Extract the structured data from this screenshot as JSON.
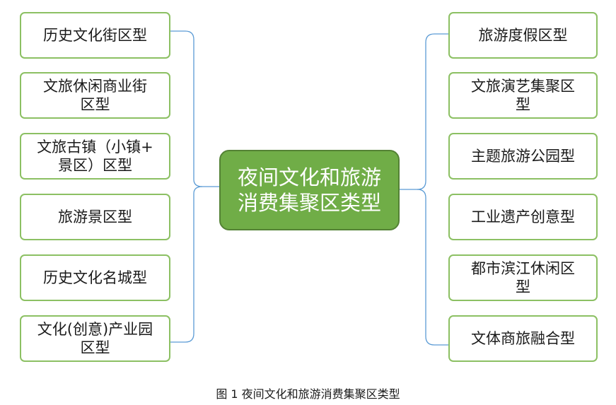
{
  "diagram": {
    "center": "夜间文化和旅游\n消费集聚区类型",
    "left": [
      "历史文化街区型",
      "文旅休闲商业街\n区型",
      "文旅古镇（小镇+\n景区）区型",
      "旅游景区型",
      "历史文化名城型",
      "文化(创意)产业园\n区型"
    ],
    "right": [
      "旅游度假区型",
      "文旅演艺集聚区\n型",
      "主题旅游公园型",
      "工业遗产创意型",
      "都市滨江休闲区\n型",
      "文体商旅融合型"
    ]
  },
  "caption": "图 1 夜间文化和旅游消费集聚区类型",
  "colors": {
    "center_fill": "#70ad47",
    "center_border": "#548235",
    "node_border": "#8cc063",
    "connector": "#5b9bd5"
  }
}
